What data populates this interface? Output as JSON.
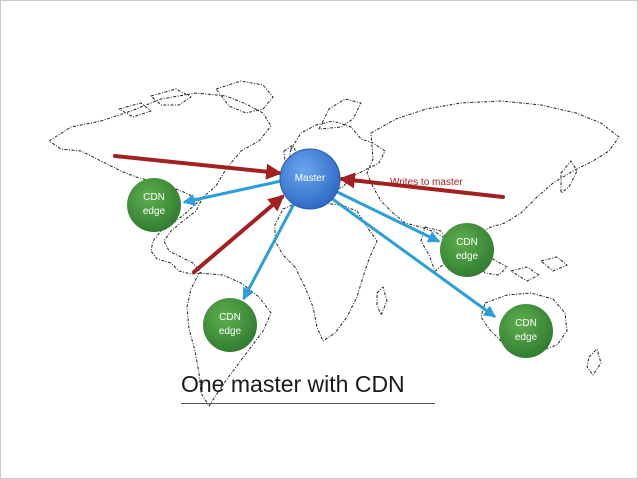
{
  "slide": {
    "title": "One master with CDN"
  },
  "diagram": {
    "master": {
      "label": "Master"
    },
    "edges": [
      {
        "id": "americas-north",
        "line1": "CDN",
        "line2": "edge"
      },
      {
        "id": "south-america",
        "line1": "CDN",
        "line2": "edge"
      },
      {
        "id": "asia",
        "line1": "CDN",
        "line2": "edge"
      },
      {
        "id": "australia",
        "line1": "CDN",
        "line2": "edge"
      }
    ],
    "annotation": "Writes to master",
    "colors": {
      "master": "#3d7fd4",
      "edge": "#3f8f3f",
      "write_arrow": "#a32020",
      "read_arrow": "#2a9fd8",
      "map_outline": "#222222"
    }
  }
}
